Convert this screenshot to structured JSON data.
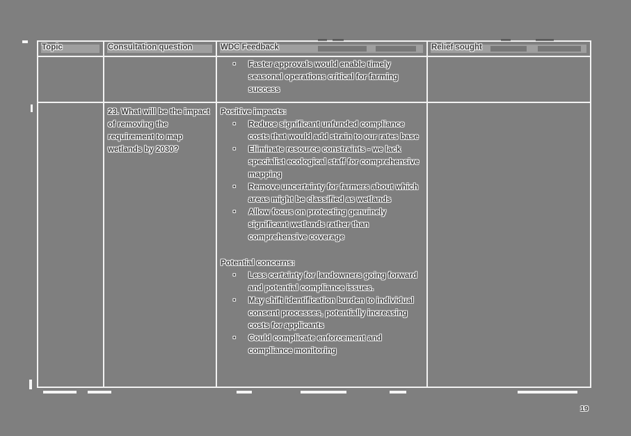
{
  "page": {
    "number": "19"
  },
  "colors": {
    "background": "#7f7f7f",
    "table_border": "#f2f2f2",
    "text": "#3e3e3e",
    "text_halo": "#f8f8f8",
    "header_band": "#bababa"
  },
  "table": {
    "bullet_char": "•",
    "headers": [
      "Topic",
      "Consultation question",
      "WDC Feedback",
      "Relief sought"
    ],
    "rows": [
      {
        "feedback_sections": [
          {
            "heading": "",
            "bullets": [
              "Faster approvals would enable timely seasonal operations critical for farming success"
            ]
          }
        ]
      },
      {
        "question": "23. What will be the impact of removing the requirement to map wetlands by 2030?",
        "feedback_sections": [
          {
            "heading": "Positive impacts:",
            "bullets": [
              "Reduce significant unfunded compliance costs that would add strain to our rates base",
              "Eliminate resource constraints - we lack specialist ecological staff for comprehensive mapping",
              "Remove uncertainty for farmers about which areas might be classified as wetlands",
              "Allow focus on protecting genuinely significant wetlands rather than comprehensive coverage"
            ]
          },
          {
            "heading": "Potential concerns:",
            "bullets": [
              "Less certainty for landowners going forward and potential compliance issues.",
              "May shift identification burden to individual consent processes, potentially increasing costs for applicants",
              "Could complicate enforcement and compliance monitoring"
            ]
          }
        ]
      }
    ]
  }
}
